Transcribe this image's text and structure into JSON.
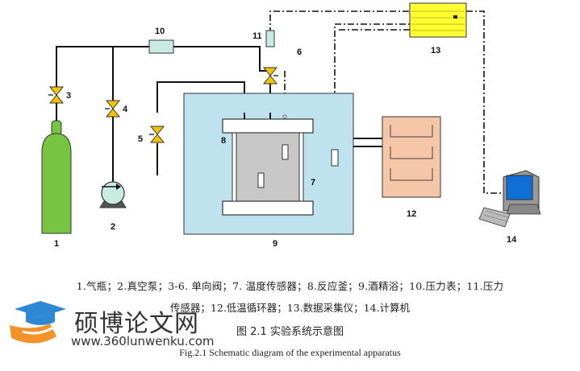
{
  "components": {
    "n1": "1",
    "n2": "2",
    "n3": "3",
    "n4": "4",
    "n5": "5",
    "n6": "6",
    "n7": "7",
    "n8": "8",
    "n9": "9",
    "n10": "10",
    "n11": "11",
    "n12": "12",
    "n13": "13",
    "n14": "14"
  },
  "legend": {
    "line1": "1.气瓶；2.真空泵；3-6. 单向阀；7. 温度传感器；8.反应釜；9.酒精浴；10.压力表；11.压力",
    "line2": "传感器；12.低温循环器；13.数据采集仪；14.计算机"
  },
  "figure": {
    "title_cn": "图 2.1  实验系统示意图",
    "title_en": "Fig.2.1 Schematic diagram of the experimental apparatus"
  },
  "watermark": {
    "title": "硕博论文网",
    "url": "www.360lunwenku.com"
  },
  "colors": {
    "cylinder": "#76c442",
    "valve": "#f5c400",
    "gauge": "#c9ebe4",
    "bath": "#bfe3ee",
    "reactor": "#c8c8c8",
    "chiller": "#f5c6a8",
    "daq": "#ffff33"
  }
}
